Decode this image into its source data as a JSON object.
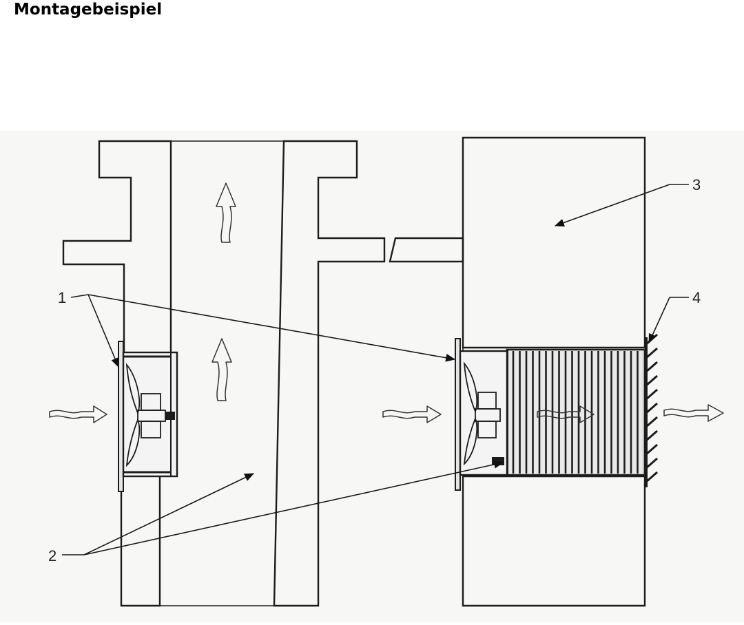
{
  "title": "Montagebeispiel",
  "diagram": {
    "callouts": [
      {
        "id": "1",
        "label": "1"
      },
      {
        "id": "2",
        "label": "2"
      },
      {
        "id": "3",
        "label": "3"
      },
      {
        "id": "4",
        "label": "4"
      }
    ],
    "colors": {
      "background": "#ffffff",
      "paper": "#f7f7f5",
      "line": "#1c1c1c",
      "filter_fill": "#e9e9e9"
    },
    "icons": [
      "fan-icon",
      "arrow-flow-icon",
      "hatch-pattern",
      "grille-icon"
    ]
  }
}
